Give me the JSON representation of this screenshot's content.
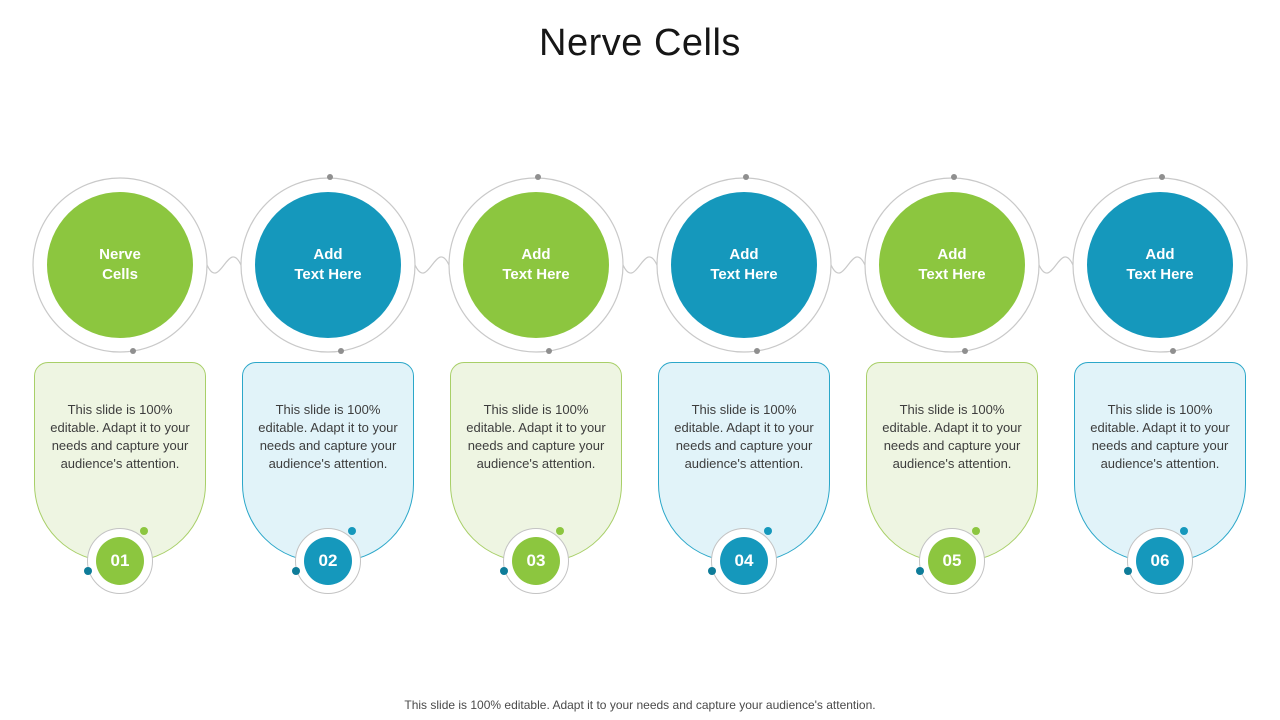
{
  "title": "Nerve Cells",
  "footer": "This slide is 100% editable. Adapt it to your needs and capture your audience's attention.",
  "colors": {
    "green": "#8CC63F",
    "teal": "#1598BC",
    "light_green_card": "#EEF5E2",
    "light_blue_card": "#E1F3F9",
    "green_card_border": "#A8CF68",
    "blue_card_border": "#2BA7C9"
  },
  "columns": [
    {
      "number": "01",
      "circle_label": "Nerve\nCells",
      "body": "This slide is 100% editable. Adapt it to your needs and capture your audience's attention.",
      "accent": "#8CC63F",
      "card_bg": "#EEF5E2",
      "card_border": "#A8CF68"
    },
    {
      "number": "02",
      "circle_label": "Add\nText Here",
      "body": "This slide is 100% editable. Adapt it to your needs and capture your audience's attention.",
      "accent": "#1598BC",
      "card_bg": "#E1F3F9",
      "card_border": "#2BA7C9"
    },
    {
      "number": "03",
      "circle_label": "Add\nText Here",
      "body": "This slide is 100% editable. Adapt it to your needs and capture your audience's attention.",
      "accent": "#8CC63F",
      "card_bg": "#EEF5E2",
      "card_border": "#A8CF68"
    },
    {
      "number": "04",
      "circle_label": "Add\nText Here",
      "body": "This slide is 100% editable. Adapt it to your needs and capture your audience's attention.",
      "accent": "#1598BC",
      "card_bg": "#E1F3F9",
      "card_border": "#2BA7C9"
    },
    {
      "number": "05",
      "circle_label": "Add\nText Here",
      "body": "This slide is 100% editable. Adapt it to your needs and capture your audience's attention.",
      "accent": "#8CC63F",
      "card_bg": "#EEF5E2",
      "card_border": "#A8CF68"
    },
    {
      "number": "06",
      "circle_label": "Add\nText Here",
      "body": "This slide is 100% editable. Adapt it to your needs and capture your audience's attention.",
      "accent": "#1598BC",
      "card_bg": "#E1F3F9",
      "card_border": "#2BA7C9"
    }
  ]
}
